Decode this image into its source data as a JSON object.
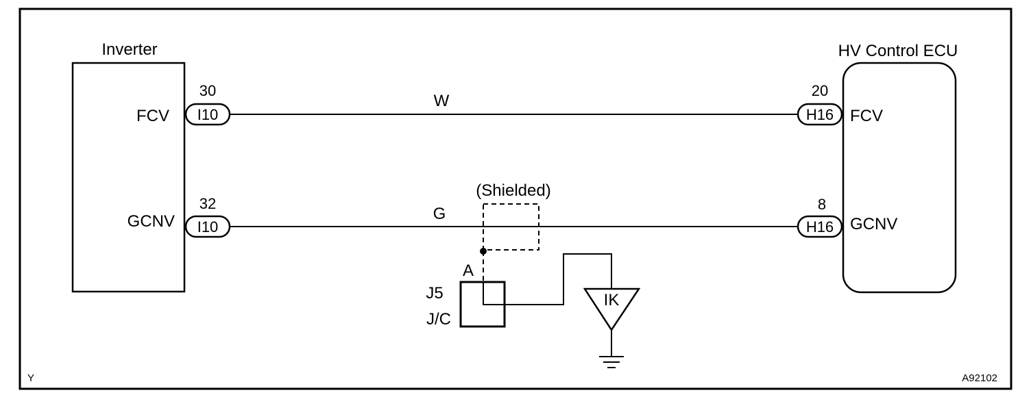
{
  "inverter": {
    "title": "Inverter",
    "terminal_fcv": "FCV",
    "terminal_gcnv": "GCNV"
  },
  "ecu": {
    "title": "HV Control ECU",
    "terminal_fcv": "FCV",
    "terminal_gcnv": "GCNV"
  },
  "connectors": {
    "inverter_fcv": {
      "id": "I10",
      "pin": "30"
    },
    "inverter_gcnv": {
      "id": "I10",
      "pin": "32"
    },
    "ecu_fcv": {
      "id": "H16",
      "pin": "20"
    },
    "ecu_gcnv": {
      "id": "H16",
      "pin": "8"
    }
  },
  "wires": {
    "fcv_color": "W",
    "gcnv_color": "G"
  },
  "shield": {
    "label": "(Shielded)"
  },
  "junction": {
    "terminal": "A",
    "id": "J5",
    "type": "J/C"
  },
  "ground": {
    "label": "IK"
  },
  "footer": {
    "left_code": "Y",
    "figure_id": "A92102"
  }
}
